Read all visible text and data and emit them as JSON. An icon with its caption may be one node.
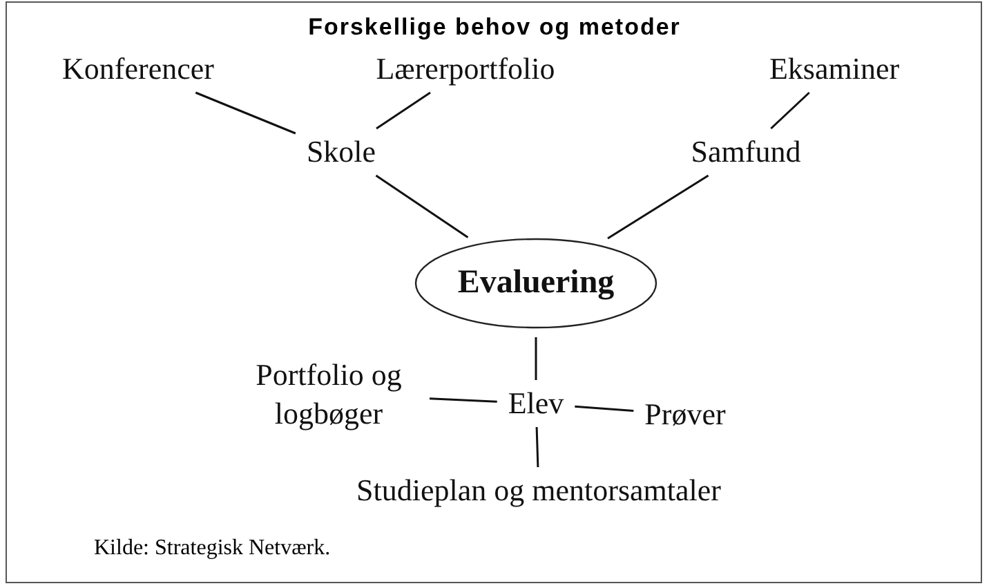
{
  "diagram": {
    "title": "Forskellige behov og metoder",
    "caption": "Kilde: Strategisk Netværk.",
    "nodes": [
      {
        "text": [
          "Konferencer"
        ]
      },
      {
        "text": [
          "Lærerportfolio"
        ]
      },
      {
        "text": [
          "Eksaminer"
        ]
      },
      {
        "text": [
          "Skole"
        ]
      },
      {
        "text": [
          "Samfund"
        ]
      },
      {
        "text": [
          "Evaluering"
        ]
      },
      {
        "text": [
          "Portfolio og logbøger"
        ]
      },
      {
        "text": [
          "Elev"
        ]
      },
      {
        "text": [
          "Prøver"
        ]
      },
      {
        "text": [
          "Studieplan og mentorsamtaler"
        ]
      }
    ],
    "edges": [
      {
        "from": 0,
        "to": 3,
        "arrow": "none"
      },
      {
        "from": 1,
        "to": 3,
        "arrow": "none"
      },
      {
        "from": 2,
        "to": 4,
        "arrow": "none"
      },
      {
        "from": 3,
        "to": 5,
        "arrow": "none"
      },
      {
        "from": 4,
        "to": 5,
        "arrow": "none"
      },
      {
        "from": 5,
        "to": 7,
        "arrow": "none"
      },
      {
        "from": 7,
        "to": 6,
        "arrow": "none"
      },
      {
        "from": 7,
        "to": 8,
        "arrow": "none"
      },
      {
        "from": 7,
        "to": 9,
        "arrow": "none"
      }
    ]
  }
}
